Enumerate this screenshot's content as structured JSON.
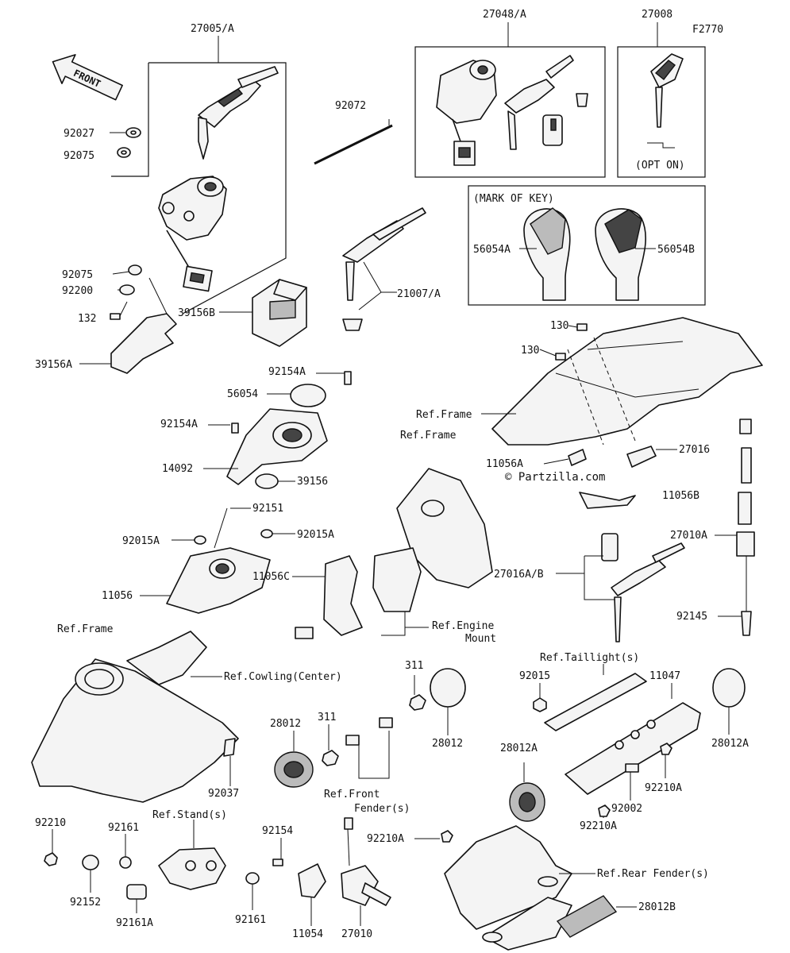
{
  "diagram_code": "F2770",
  "front_arrow_label": "FRONT",
  "watermark": "© Partzilla.com",
  "footer_text": "",
  "mark_of_key_title": "(MARK OF KEY)",
  "option_label": "(OPT ON)",
  "labels": {
    "p27005A": "27005/A",
    "p27048A": "27048/A",
    "p27008": "27008",
    "p92072": "92072",
    "p92027": "92027",
    "p92075a": "92075",
    "p92075b": "92075",
    "p92200": "92200",
    "p132": "132",
    "p39156B": "39156B",
    "p39156A": "39156A",
    "p21007A": "21007/A",
    "p56054A": "56054A",
    "p56054B": "56054B",
    "p130a": "130",
    "p130b": "130",
    "p92154Aa": "92154A",
    "p56054": "56054",
    "p92154Ab": "92154A",
    "p14092": "14092",
    "p39156": "39156",
    "p92151": "92151",
    "p92015Aa": "92015A",
    "p92015Ab": "92015A",
    "p11056": "11056",
    "p11056C": "11056C",
    "p11056A": "11056A",
    "p11056B": "11056B",
    "p27016": "27016",
    "p27010A": "27010A",
    "p27016AB": "27016A/B",
    "p92145": "92145",
    "p311a": "311",
    "p311b": "311",
    "p28012a": "28012",
    "p28012b": "28012",
    "p28012A1": "28012A",
    "p28012A2": "28012A",
    "p92015": "92015",
    "p11047": "11047",
    "p92210A1": "92210A",
    "p92210A2": "92210A",
    "p92002": "92002",
    "p92037": "92037",
    "p92210": "92210",
    "p92161a": "92161",
    "p92152": "92152",
    "p92161A": "92161A",
    "p92154": "92154",
    "p92161b": "92161",
    "p11054": "11054",
    "p27010": "27010",
    "p92210A3": "92210A",
    "p28012B": "28012B"
  },
  "refs": {
    "frame1": "Ref.Frame",
    "frame2": "Ref.Frame",
    "frame3": "Ref.Frame",
    "engine_mount_1": "Ref.Engine",
    "engine_mount_2": "Mount",
    "cowling": "Ref.Cowling(Center)",
    "taillight": "Ref.Taillight(s)",
    "front_fender_1": "Ref.Front",
    "front_fender_2": "Fender(s)",
    "stand": "Ref.Stand(s)",
    "rear_fender": "Ref.Rear Fender(s)"
  },
  "icons": [
    "front-arrow-icon",
    "key-icon",
    "ignition-switch-icon",
    "bolt-icon",
    "washer-icon",
    "nut-icon",
    "reflector-icon",
    "bracket-icon",
    "connector-icon"
  ]
}
